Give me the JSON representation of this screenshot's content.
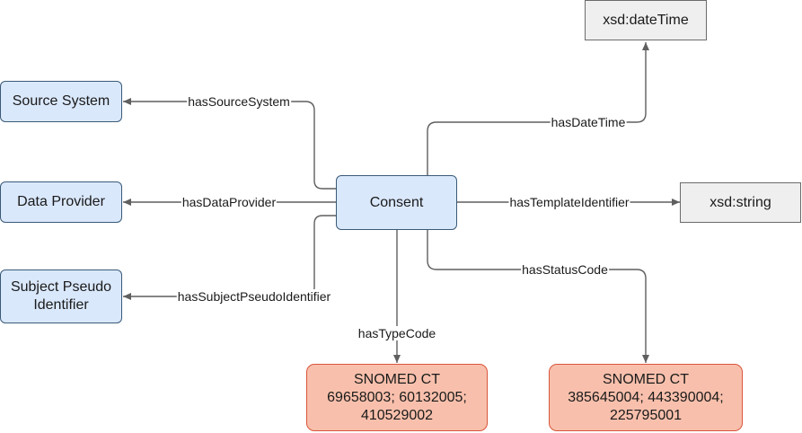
{
  "nodes": {
    "consent": "Consent",
    "source_system": "Source System",
    "data_provider": "Data Provider",
    "subject_pseudo_identifier": {
      "line1": "Subject Pseudo",
      "line2": "Identifier"
    },
    "datetime_literal": "xsd:dateTime",
    "string_literal": "xsd:string",
    "type_code": {
      "system": "SNOMED CT",
      "line1": "69658003; 60132005;",
      "line2": "410529002"
    },
    "status_code": {
      "system": "SNOMED CT",
      "line1": "385645004; 443390004;",
      "line2": "225795001"
    }
  },
  "edges": {
    "has_source_system": "hasSourceSystem",
    "has_data_provider": "hasDataProvider",
    "has_subject_pseudo_identifier": "hasSubjectPseudoIdentifier",
    "has_date_time": "hasDateTime",
    "has_template_identifier": "hasTemplateIdentifier",
    "has_status_code": "hasStatusCode",
    "has_type_code": "hasTypeCode"
  },
  "colors": {
    "class_fill": "#dae8fc",
    "class_stroke": "#3a5a78",
    "literal_fill": "#efefef",
    "literal_stroke": "#6b6b6b",
    "code_fill": "#f8c0ac",
    "code_stroke": "#d9553b",
    "edge_stroke": "#5f5f5f"
  }
}
